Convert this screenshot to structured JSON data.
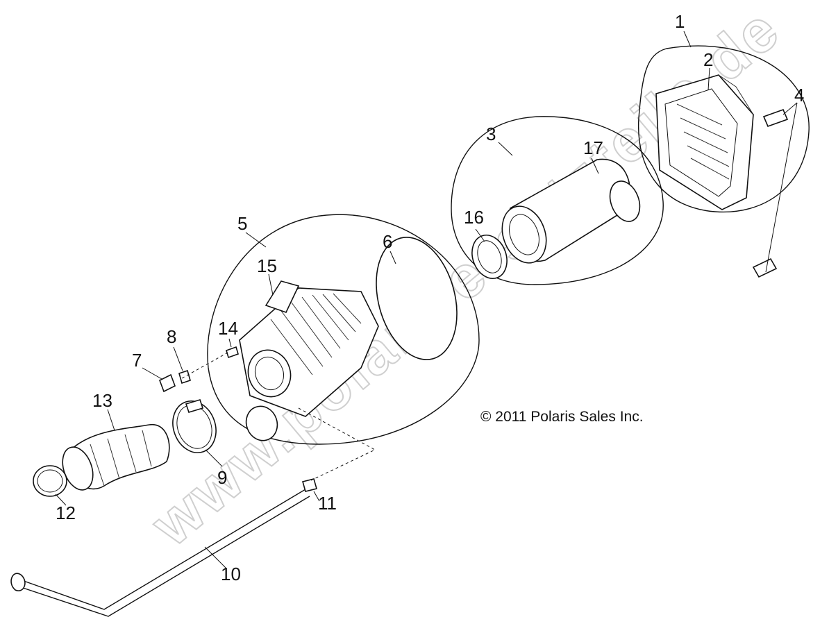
{
  "diagram": {
    "copyright": "© 2011 Polaris Sales Inc.",
    "watermark": "www.polarisersatzteile.de",
    "callouts": [
      {
        "id": "1",
        "label": "1"
      },
      {
        "id": "2",
        "label": "2"
      },
      {
        "id": "3",
        "label": "3"
      },
      {
        "id": "4",
        "label": "4"
      },
      {
        "id": "5",
        "label": "5"
      },
      {
        "id": "6",
        "label": "6"
      },
      {
        "id": "7",
        "label": "7"
      },
      {
        "id": "8",
        "label": "8"
      },
      {
        "id": "9",
        "label": "9"
      },
      {
        "id": "10",
        "label": "10"
      },
      {
        "id": "11",
        "label": "11"
      },
      {
        "id": "12",
        "label": "12"
      },
      {
        "id": "13",
        "label": "13"
      },
      {
        "id": "14",
        "label": "14"
      },
      {
        "id": "15",
        "label": "15"
      },
      {
        "id": "16",
        "label": "16"
      },
      {
        "id": "17",
        "label": "17"
      }
    ]
  }
}
